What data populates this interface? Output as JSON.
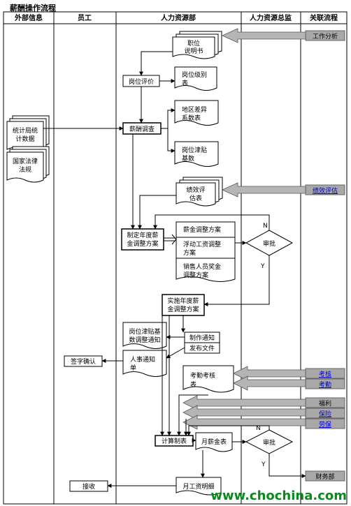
{
  "title": "薪酬操作流程",
  "lanes": [
    "外部信息",
    "员工",
    "人力资源部",
    "人力资源总监",
    "关联流程"
  ],
  "external": {
    "stats": [
      "统计局统",
      "计数据"
    ],
    "law": [
      "国家法律",
      "法规"
    ]
  },
  "employee": {
    "sign": "签字确认",
    "receive": "接收"
  },
  "hr": {
    "job_desc": [
      "职位",
      "说明书"
    ],
    "job_eval": "岗位评价",
    "job_grade": [
      "岗位级别",
      "表"
    ],
    "salary_survey": "薪酬调查",
    "region_diff": [
      "地区差异",
      "系数表"
    ],
    "allowance_coef": [
      "岗位津贴",
      "基数"
    ],
    "perf_eval": [
      "绩效评",
      "估表"
    ],
    "make_plan": [
      "制定年度薪",
      "金调整方案"
    ],
    "salary_adjust": "薪金调整方案",
    "float_wage": [
      "浮动工资调整",
      "方案"
    ],
    "sales_bonus": [
      "销售人员奖金",
      "调整方案"
    ],
    "implement": [
      "实施年度薪",
      "金调整方案"
    ],
    "allowance_notice": [
      "岗位津贴基",
      "数调整通知"
    ],
    "make_notice": "制作通知",
    "publish": "发布文件",
    "hr_notice": [
      "人事通知",
      "单"
    ],
    "attendance": [
      "考勤考核",
      "表"
    ],
    "calc": "计算制表",
    "monthly_table": "月薪金表",
    "monthly_slip": "月工资明细"
  },
  "director": {
    "approve1": "审批",
    "approve2": "审批",
    "n": "N",
    "y": "Y"
  },
  "related": {
    "job_analysis": "工作分析",
    "perf": "绩效评估",
    "assess": "考核",
    "attend": "考勤",
    "welfare": "福利",
    "insurance": "保险",
    "labor": "劳保",
    "finance": "财务部"
  },
  "watermark": "www.chochina.com"
}
